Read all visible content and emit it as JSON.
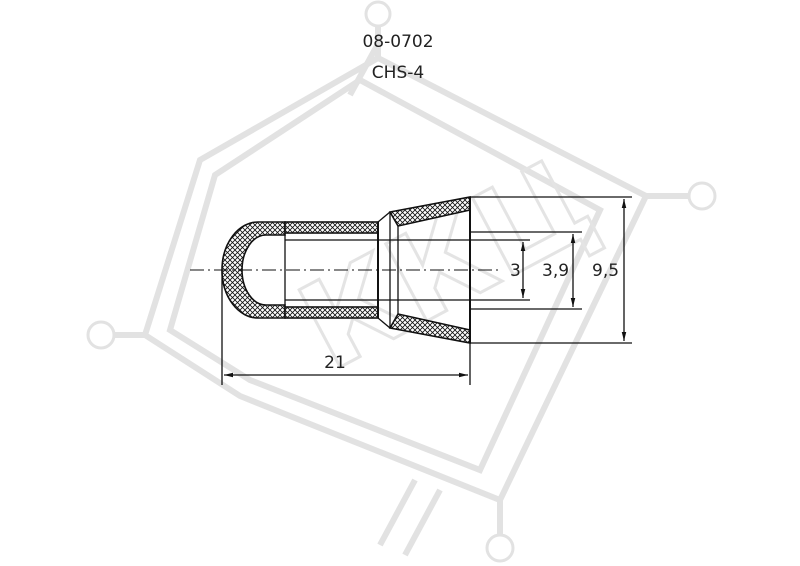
{
  "drawing": {
    "article_code": "08-0702",
    "model": "CHS-4",
    "watermark_text": "ККЦ"
  },
  "dimensions": {
    "length": "21",
    "inner_diameter": "3",
    "inner_diameter_2": "3,9",
    "outer_diameter": "9,5"
  },
  "colors": {
    "ink": "#111111",
    "watermark": "#e2e2e2"
  }
}
